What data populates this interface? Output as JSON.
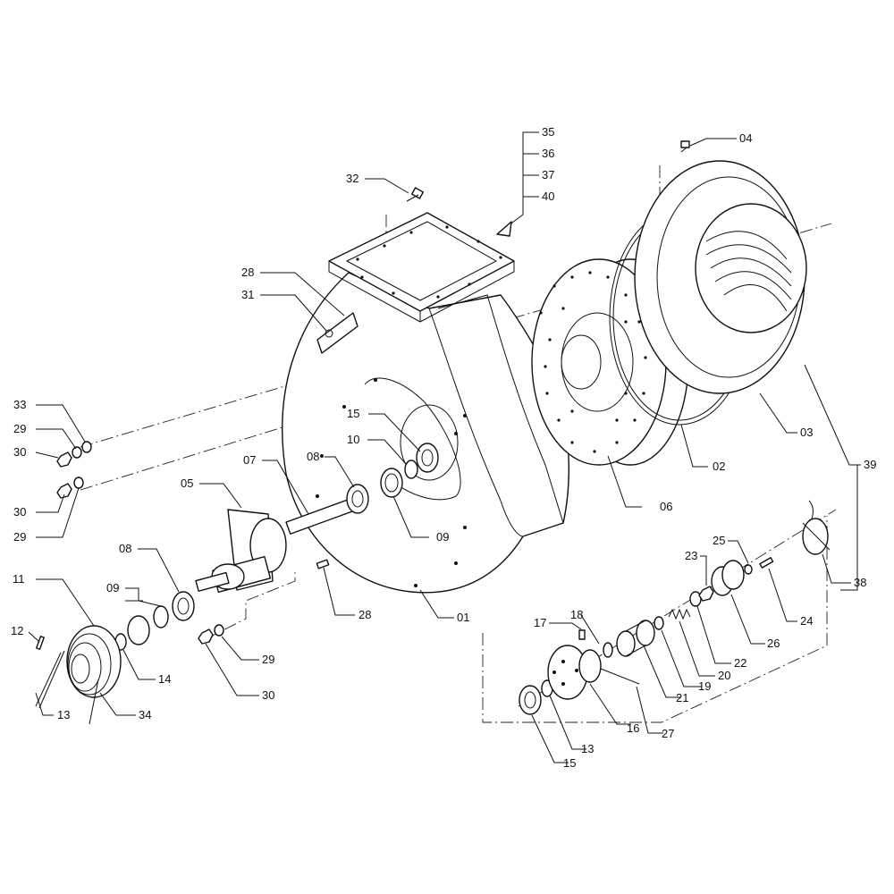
{
  "callouts": {
    "c35": "35",
    "c36": "36",
    "c37": "37",
    "c40": "40",
    "c04": "04",
    "c32": "32",
    "c28a": "28",
    "c31": "31",
    "c33": "33",
    "c29a": "29",
    "c30a": "30",
    "c30b": "30",
    "c29b": "29",
    "c15a": "15",
    "c10": "10",
    "c08a": "08",
    "c07": "07",
    "c05": "05",
    "c09a": "09",
    "c06": "06",
    "c02": "02",
    "c03": "03",
    "c39": "39",
    "c01": "01",
    "c28b": "28",
    "c29c": "29",
    "c30c": "30",
    "c08b": "08",
    "c09b": "09",
    "c11": "11",
    "c12": "12",
    "c14": "14",
    "c13a": "13",
    "c34": "34",
    "c38": "38",
    "c25": "25",
    "c23": "23",
    "c24": "24",
    "c26": "26",
    "c22": "22",
    "c20": "20",
    "c19": "19",
    "c21": "21",
    "c17": "17",
    "c18": "18",
    "c16": "16",
    "c27": "27",
    "c13b": "13",
    "c15b": "15"
  }
}
